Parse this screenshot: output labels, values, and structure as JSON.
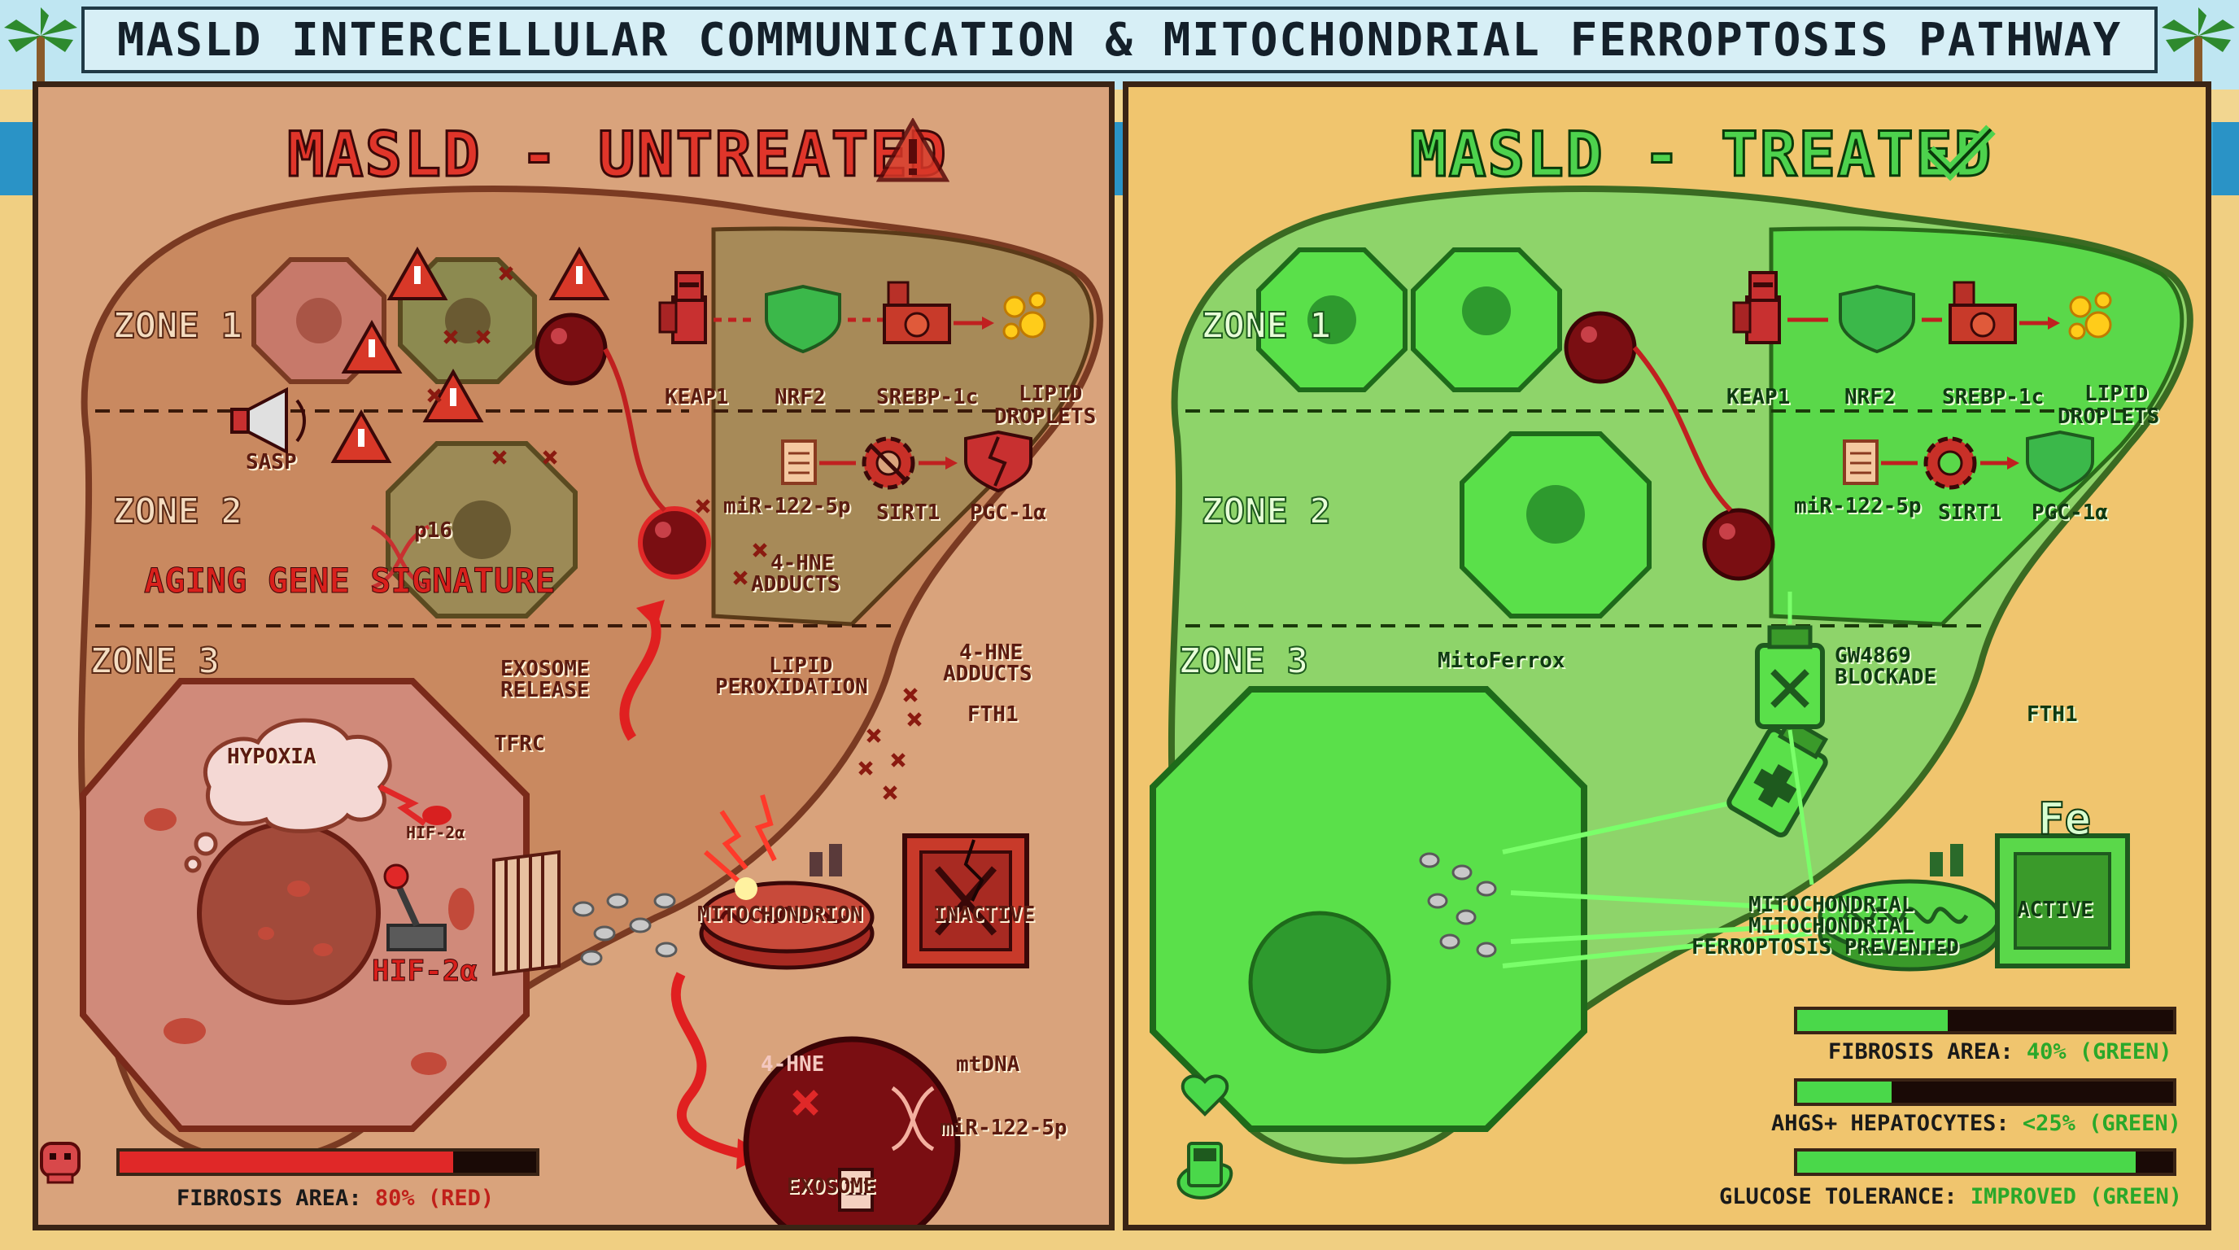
{
  "title": "MASLD INTERCELLULAR COMMUNICATION & MITOCHONDRIAL FERROPTOSIS PATHWAY",
  "colors": {
    "untreated_accent": "#e0352a",
    "treated_accent": "#4dd24d",
    "untreated_bg": "#d9a37c",
    "treated_bg": "#f0c56e"
  },
  "untreated": {
    "heading": "MASLD - UNTREATED",
    "heading_icon": "warning-icon",
    "zone1": "ZONE 1",
    "zone2": "ZONE 2",
    "zone3": "ZONE 3",
    "sasp": "SASP",
    "p16": "p16",
    "aging_signature": "AGING GENE SIGNATURE",
    "keap1": "KEAP1",
    "nrf2": "NRF2",
    "srebp": "SREBP-1c",
    "lipid1": "LIPID",
    "lipid2": "DROPLETS",
    "mir": "miR-122-5p",
    "sirt1": "SIRT1",
    "pgc": "PGC-1α",
    "hne_adducts_1": "4-HNE",
    "hne_adducts_2": "ADDUCTS",
    "exosome_release_1": "EXOSOME",
    "exosome_release_2": "RELEASE",
    "lipid_perox_1": "LIPID",
    "lipid_perox_2": "PEROXIDATION",
    "hne_adducts2_1": "4-HNE",
    "hne_adducts2_2": "ADDUCTS",
    "fth1": "FTH1",
    "tfrc": "TFRC",
    "hypoxia": "HYPOXIA",
    "hif_small": "HIF-2α",
    "hif_big": "HIF-2α",
    "mitochondrion": "MITOCHONDRION",
    "inactive": "INACTIVE",
    "exosome_hne": "4-HNE",
    "mtdna": "mtDNA",
    "exosome_mir": "miR-122-5p",
    "exosome": "EXOSOME",
    "fibrosis": {
      "label": "FIBROSIS AREA:",
      "value": "80% (RED)",
      "fraction": 0.8
    }
  },
  "treated": {
    "heading": "MASLD - TREATED",
    "heading_icon": "check-icon",
    "zone1": "ZONE 1",
    "zone2": "ZONE 2",
    "zone3": "ZONE 3",
    "keap1": "KEAP1",
    "nrf2": "NRF2",
    "srebp": "SREBP-1c",
    "lipid1": "LIPID",
    "lipid2": "DROPLETS",
    "mir": "miR-122-5p",
    "sirt1": "SIRT1",
    "pgc": "PGC-1α",
    "mitoferrox": "MitoFerrox",
    "gw1": "GW4869",
    "gw2": "BLOCKADE",
    "fth1": "FTH1",
    "fe": "Fe",
    "active": "ACTIVE",
    "prevented_1": "MITOCHONDRIAL",
    "prevented_2": "MITOCHONDRIAL",
    "prevented_3": "FERROPTOSIS PREVENTED",
    "fibrosis": {
      "label": "FIBROSIS AREA:",
      "value": "40% (GREEN)",
      "fraction": 0.4
    },
    "ahgs": {
      "label": "AHGS+ HEPATOCYTES:",
      "value": "<25% (GREEN)",
      "fraction": 0.25
    },
    "glucose": {
      "label": "GLUCOSE TOLERANCE:",
      "value": "IMPROVED (GREEN)",
      "fraction": 0.9
    }
  }
}
